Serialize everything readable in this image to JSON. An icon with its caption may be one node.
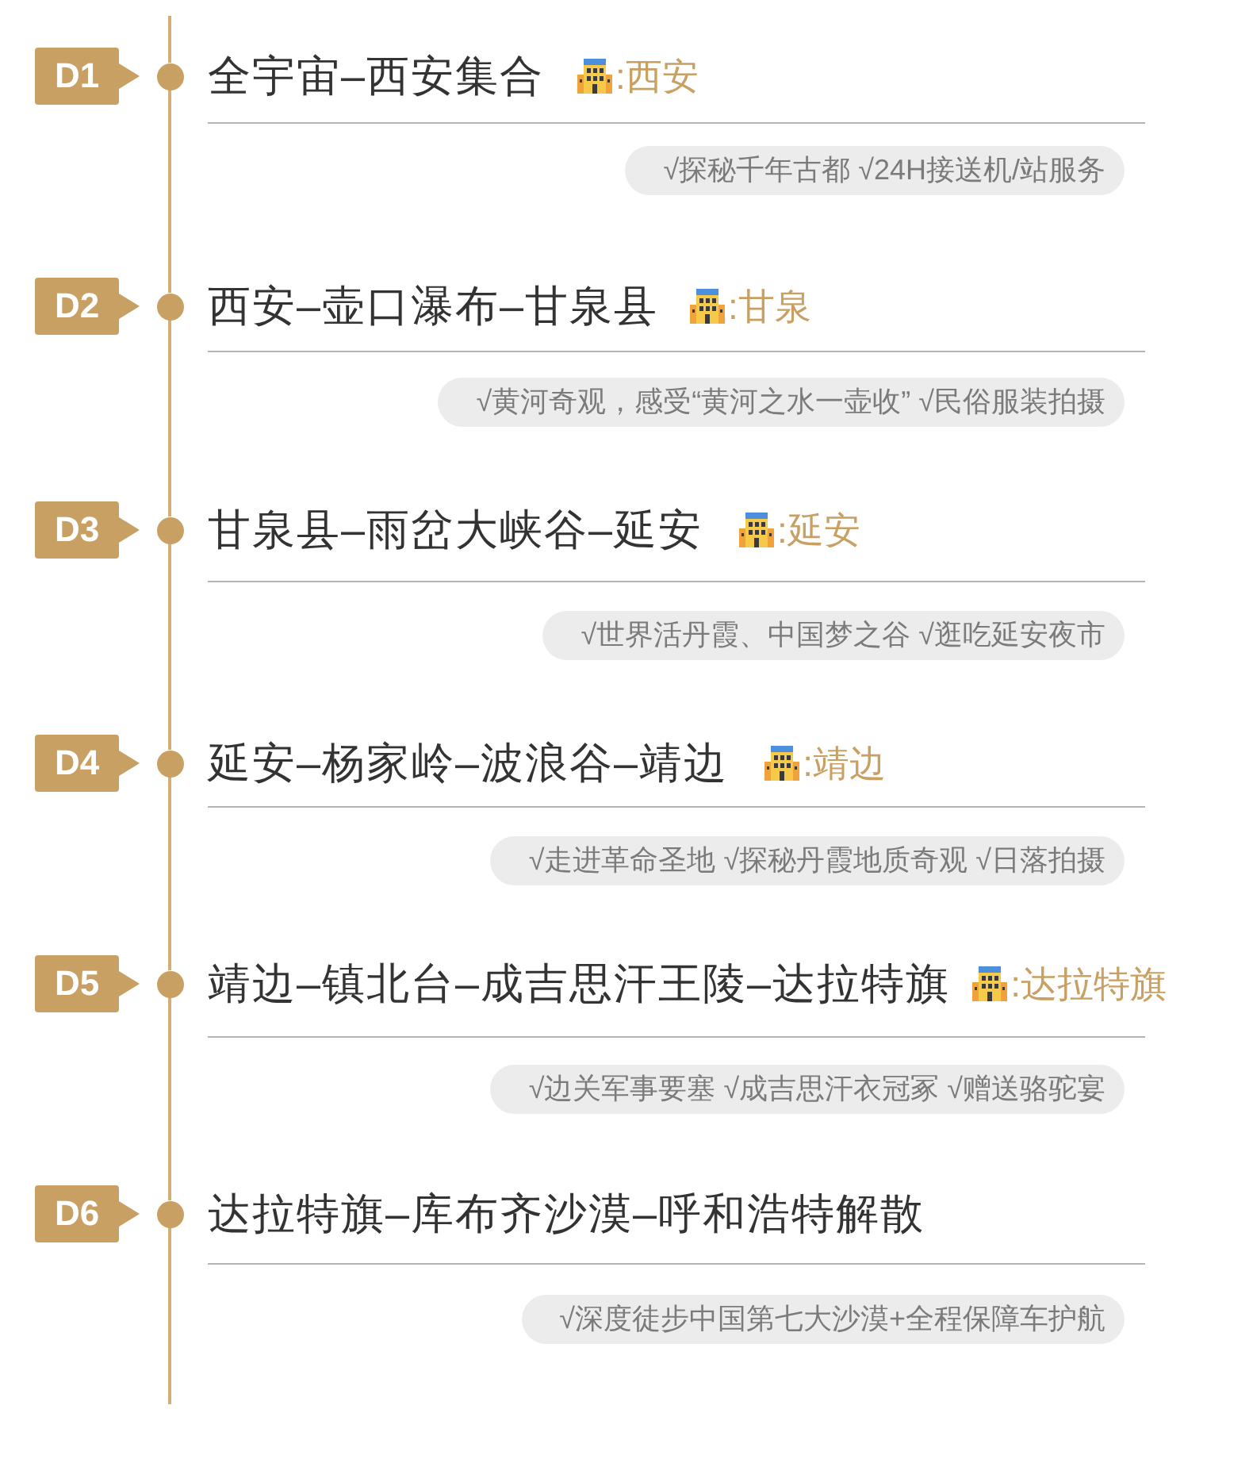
{
  "diagram": {
    "nodes": [
      {
        "text": [
          "D1"
        ]
      },
      {
        "text": [],
        "shape": "circle"
      },
      {
        "text": [
          "√探秘千年古都 √24H接送机/站服务"
        ]
      },
      {
        "text": [
          "D2"
        ]
      },
      {
        "text": [],
        "shape": "circle"
      },
      {
        "text": [
          "√黄河奇观，感受“黄河之水一壶收” √民俗服装拍摄"
        ]
      },
      {
        "text": [
          "D3"
        ]
      },
      {
        "text": [],
        "shape": "circle"
      },
      {
        "text": [
          "√世界活丹霞、中国梦之谷 √逛吃延安夜市"
        ]
      },
      {
        "text": [
          "D4"
        ]
      },
      {
        "text": [],
        "shape": "circle"
      },
      {
        "text": [
          "√走进革命圣地 √探秘丹霞地质奇观 √日落拍摄"
        ]
      },
      {
        "text": [
          "D5"
        ]
      },
      {
        "text": [],
        "shape": "circle"
      },
      {
        "text": [
          "√边关军事要塞 √成吉思汗衣冠冢 √赠送骆驼宴"
        ]
      },
      {
        "text": [
          "D6"
        ]
      },
      {
        "text": [],
        "shape": "circle"
      },
      {
        "text": [
          "√深度徒步中国第七大沙漠+全程保障车护航"
        ]
      }
    ],
    "edges": [
      {
        "from": 1,
        "to": 4,
        "arrow": "none"
      },
      {
        "from": 4,
        "to": 7,
        "arrow": "none"
      },
      {
        "from": 7,
        "to": 10,
        "arrow": "none"
      },
      {
        "from": 10,
        "to": 13,
        "arrow": "none"
      },
      {
        "from": 13,
        "to": 16,
        "arrow": "none"
      }
    ],
    "labels": [
      "全宇宙–西安集合",
      ":西安",
      "西安–壶口瀑布–甘泉县",
      ":甘泉",
      "甘泉县–雨岔大峡谷–延安",
      ":延安",
      "延安–杨家岭–波浪谷–靖边",
      ":靖边",
      "靖边–镇北台–成吉思汗王陵–达拉特旗",
      ":达拉特旗",
      "达拉特旗–库布齐沙漠–呼和浩特解散"
    ]
  }
}
